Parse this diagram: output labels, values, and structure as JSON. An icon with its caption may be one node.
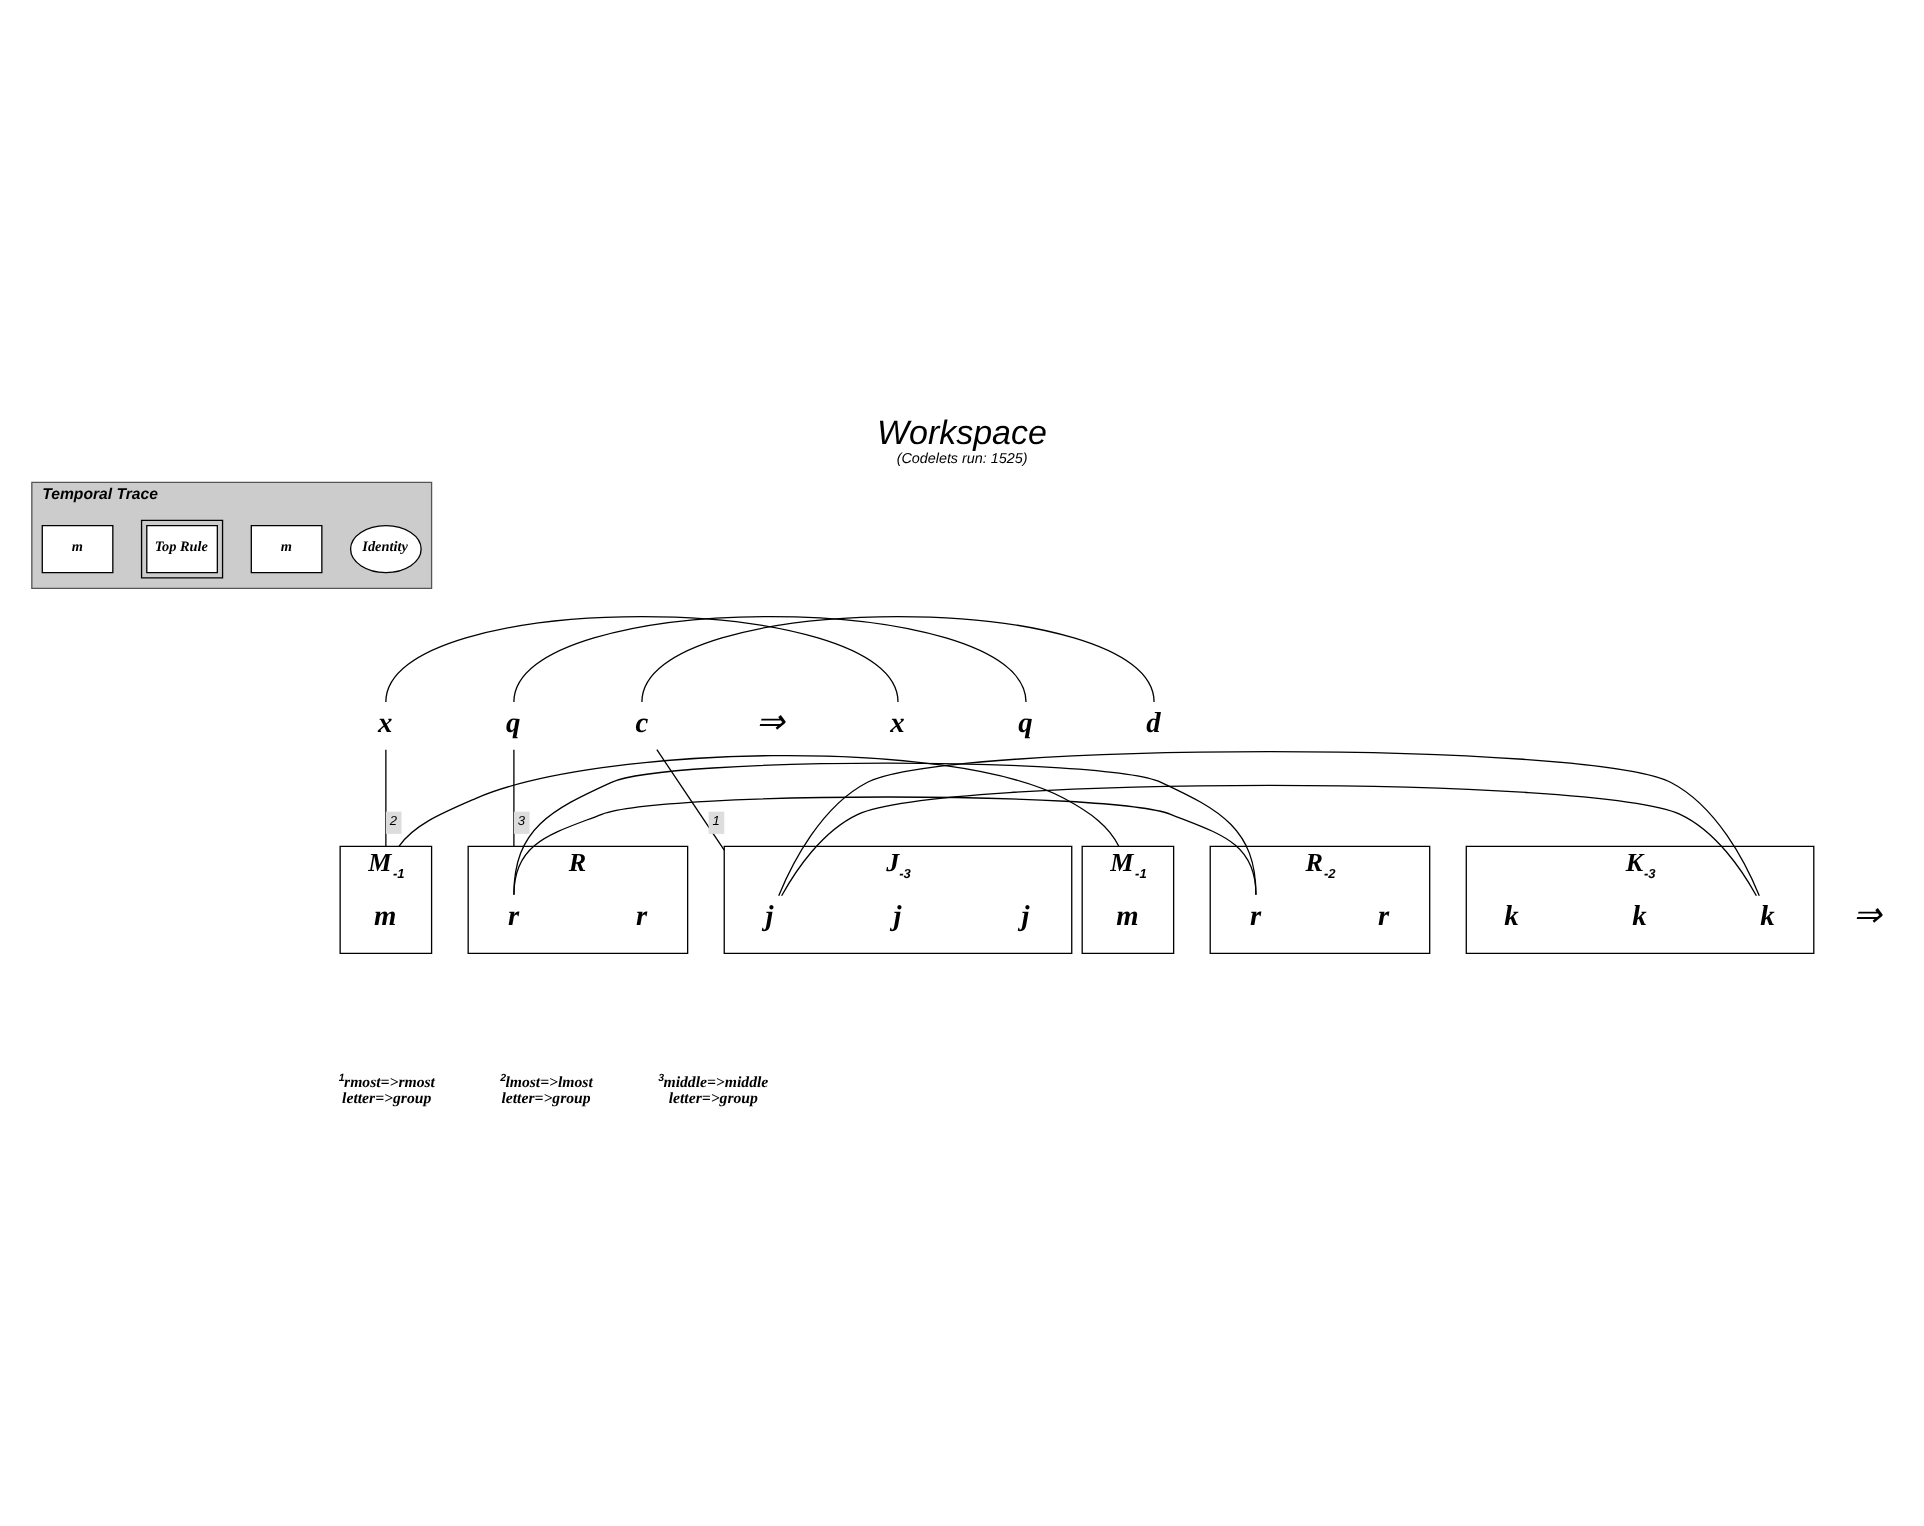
{
  "diagram": {
    "title": "Workspace",
    "caption": "(Codelets run: 1525)",
    "nodes": [
      {
        "text": [
          "Temporal Trace"
        ]
      },
      {
        "text": [
          "Identity"
        ],
        "in": 0
      },
      {
        "text": [
          "m"
        ],
        "in": 0
      },
      {
        "text": [
          "Top Rule"
        ],
        "in": 0
      },
      {
        "text": [
          "m"
        ],
        "in": 0
      },
      {
        "text": [
          "x"
        ]
      },
      {
        "text": [
          "q"
        ]
      },
      {
        "text": [
          "c"
        ]
      },
      {
        "text": [
          "x"
        ]
      },
      {
        "text": [
          "q"
        ]
      },
      {
        "text": [
          "d"
        ]
      },
      {
        "text": [
          "M$_{-1}$"
        ]
      },
      {
        "text": [
          "m"
        ],
        "in": 11
      },
      {
        "text": [
          "R"
        ]
      },
      {
        "text": [
          "r"
        ],
        "in": 13
      },
      {
        "text": [
          "r"
        ],
        "in": 13
      },
      {
        "text": [
          "J$_{-3}$"
        ]
      },
      {
        "text": [
          "j"
        ],
        "in": 16
      },
      {
        "text": [
          "j"
        ],
        "in": 16
      },
      {
        "text": [
          "j"
        ],
        "in": 16
      },
      {
        "text": [
          "M$_{-1}$"
        ]
      },
      {
        "text": [
          "m"
        ],
        "in": 20
      },
      {
        "text": [
          "R$_{-2}$"
        ]
      },
      {
        "text": [
          "r"
        ],
        "in": 22
      },
      {
        "text": [
          "r"
        ],
        "in": 22
      },
      {
        "text": [
          "K$_{-3}$"
        ]
      },
      {
        "text": [
          "k"
        ],
        "in": 25
      },
      {
        "text": [
          "k"
        ],
        "in": 25
      },
      {
        "text": [
          "k"
        ],
        "in": 25
      }
    ],
    "edges": [
      {
        "from": 5,
        "to": 8,
        "arrow": "none"
      },
      {
        "from": 6,
        "to": 9,
        "arrow": "none"
      },
      {
        "from": 7,
        "to": 10,
        "arrow": "none"
      },
      {
        "from": 5,
        "to": 11,
        "arrow": "none",
        "label": "2"
      },
      {
        "from": 6,
        "to": 13,
        "arrow": "none",
        "label": "3"
      },
      {
        "from": 7,
        "to": 16,
        "arrow": "none",
        "label": "1"
      },
      {
        "from": 11,
        "to": 20,
        "arrow": "none"
      },
      {
        "from": 13,
        "to": 22,
        "arrow": "none"
      },
      {
        "from": 16,
        "to": 28,
        "arrow": "none"
      }
    ],
    "labels": [
      "⇒",
      "⇒",
      "$^{1}$rmost=>rmost letter=>group",
      "$^{2}$lmost=>lmost letter=>group",
      "$^{3}$middle=>middle letter=>group"
    ]
  }
}
